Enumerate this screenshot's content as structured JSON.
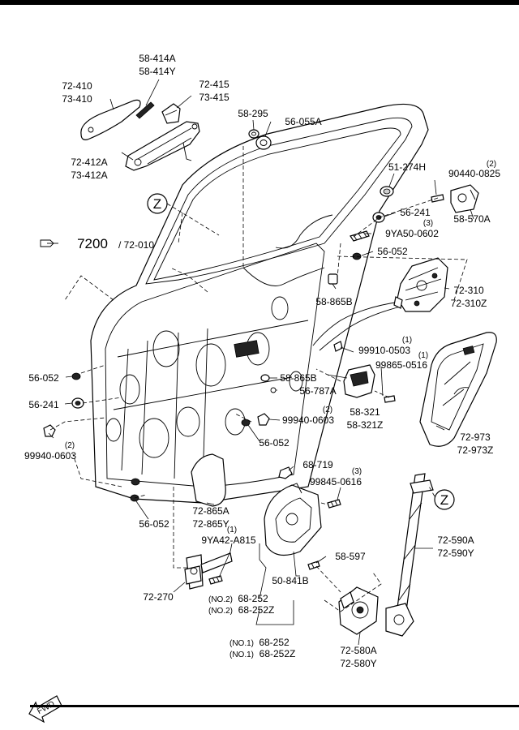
{
  "labels": {
    "l01": "58-414A",
    "l02": "58-414Y",
    "l03": "72-410",
    "l04": "73-410",
    "l05": "72-415",
    "l06": "73-415",
    "l07": "58-295",
    "l08": "56-055A",
    "l09": "72-412A",
    "l10": "73-412A",
    "l11": "51-274H",
    "l12": "(2)",
    "l13": "90440-0825",
    "l14": "56-241",
    "l15": "(3)",
    "l16": "9YA50-0602",
    "l17": "58-570A",
    "l18": "7200",
    "l19": "/ 72-010",
    "l20": "56-052",
    "l21": "58-865B",
    "l22": "72-310",
    "l23": "72-310Z",
    "l24": "(1)",
    "l25": "99910-0503",
    "l26": "(1)",
    "l27": "99865-0516",
    "l28": "56-052",
    "l29": "58-865B",
    "l30": "56-787A",
    "l31": "56-241",
    "l32": "58-321",
    "l33": "58-321Z",
    "l34": "(2)",
    "l35": "99940-0603",
    "l36": "72-973",
    "l37": "72-973Z",
    "l38": "56-052",
    "l39": "(2)",
    "l40": "99940-0603",
    "l41": "68-719",
    "l42": "(3)",
    "l43": "99845-0616",
    "l44": "72-865A",
    "l45": "72-865Y",
    "l46": "56-052",
    "l47": "(1)",
    "l48": "9YA42-A815",
    "l49": "72-590A",
    "l50": "72-590Y",
    "l51": "58-597",
    "l52": "72-270",
    "l53": "50-841B",
    "l54": "(NO.2)",
    "l55": "68-252",
    "l56": "(NO.2)",
    "l57": "68-252Z",
    "l58": "(NO.1)",
    "l59": "68-252",
    "l60": "(NO.1)",
    "l61": "68-252Z",
    "l62": "72-580A",
    "l63": "72-580Y"
  },
  "callouts": {
    "z1": "Z",
    "z2": "Z"
  },
  "fwd_text": "FWD",
  "colors": {
    "ink": "#000000",
    "paper": "#ffffff",
    "shade": "#cfcfcf"
  }
}
